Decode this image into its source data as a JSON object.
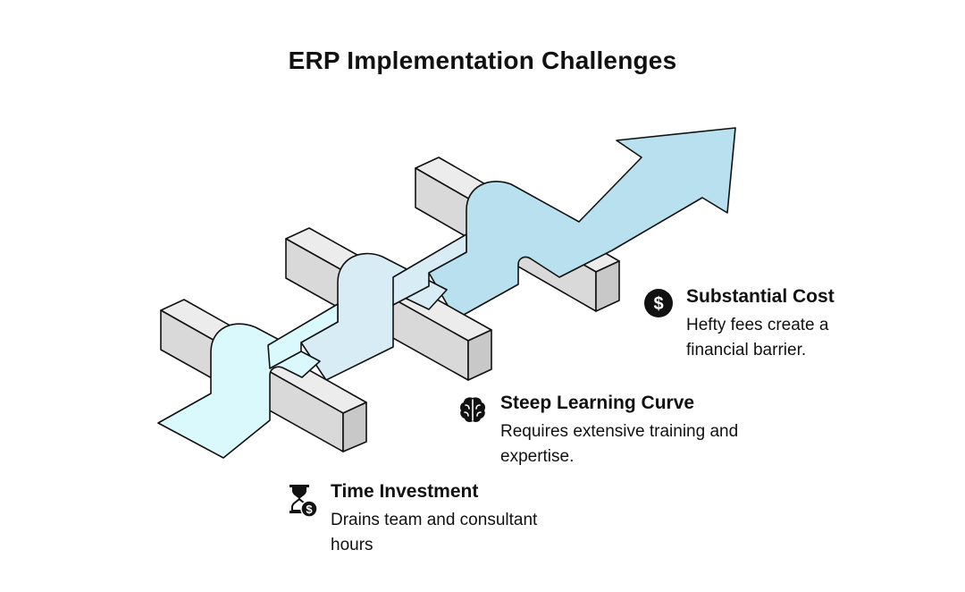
{
  "title": "ERP Implementation Challenges",
  "items": [
    {
      "title": "Substantial Cost",
      "description": "Hefty fees create a financial barrier.",
      "icon": "dollar-icon",
      "fill_color": "#b8e0ee"
    },
    {
      "title": "Steep Learning Curve",
      "description": "Requires extensive training and expertise.",
      "icon": "brain-icon",
      "fill_color": "#d8ecf6"
    },
    {
      "title": "Time Investment",
      "description": "Drains team and consultant hours",
      "icon": "hourglass-dollar-icon",
      "fill_color": "#d9f9fc"
    }
  ],
  "colors": {
    "barrier_front": "#d9d9d9",
    "barrier_top": "#ececec",
    "barrier_side": "#c8c8c8",
    "outline": "#111111"
  }
}
